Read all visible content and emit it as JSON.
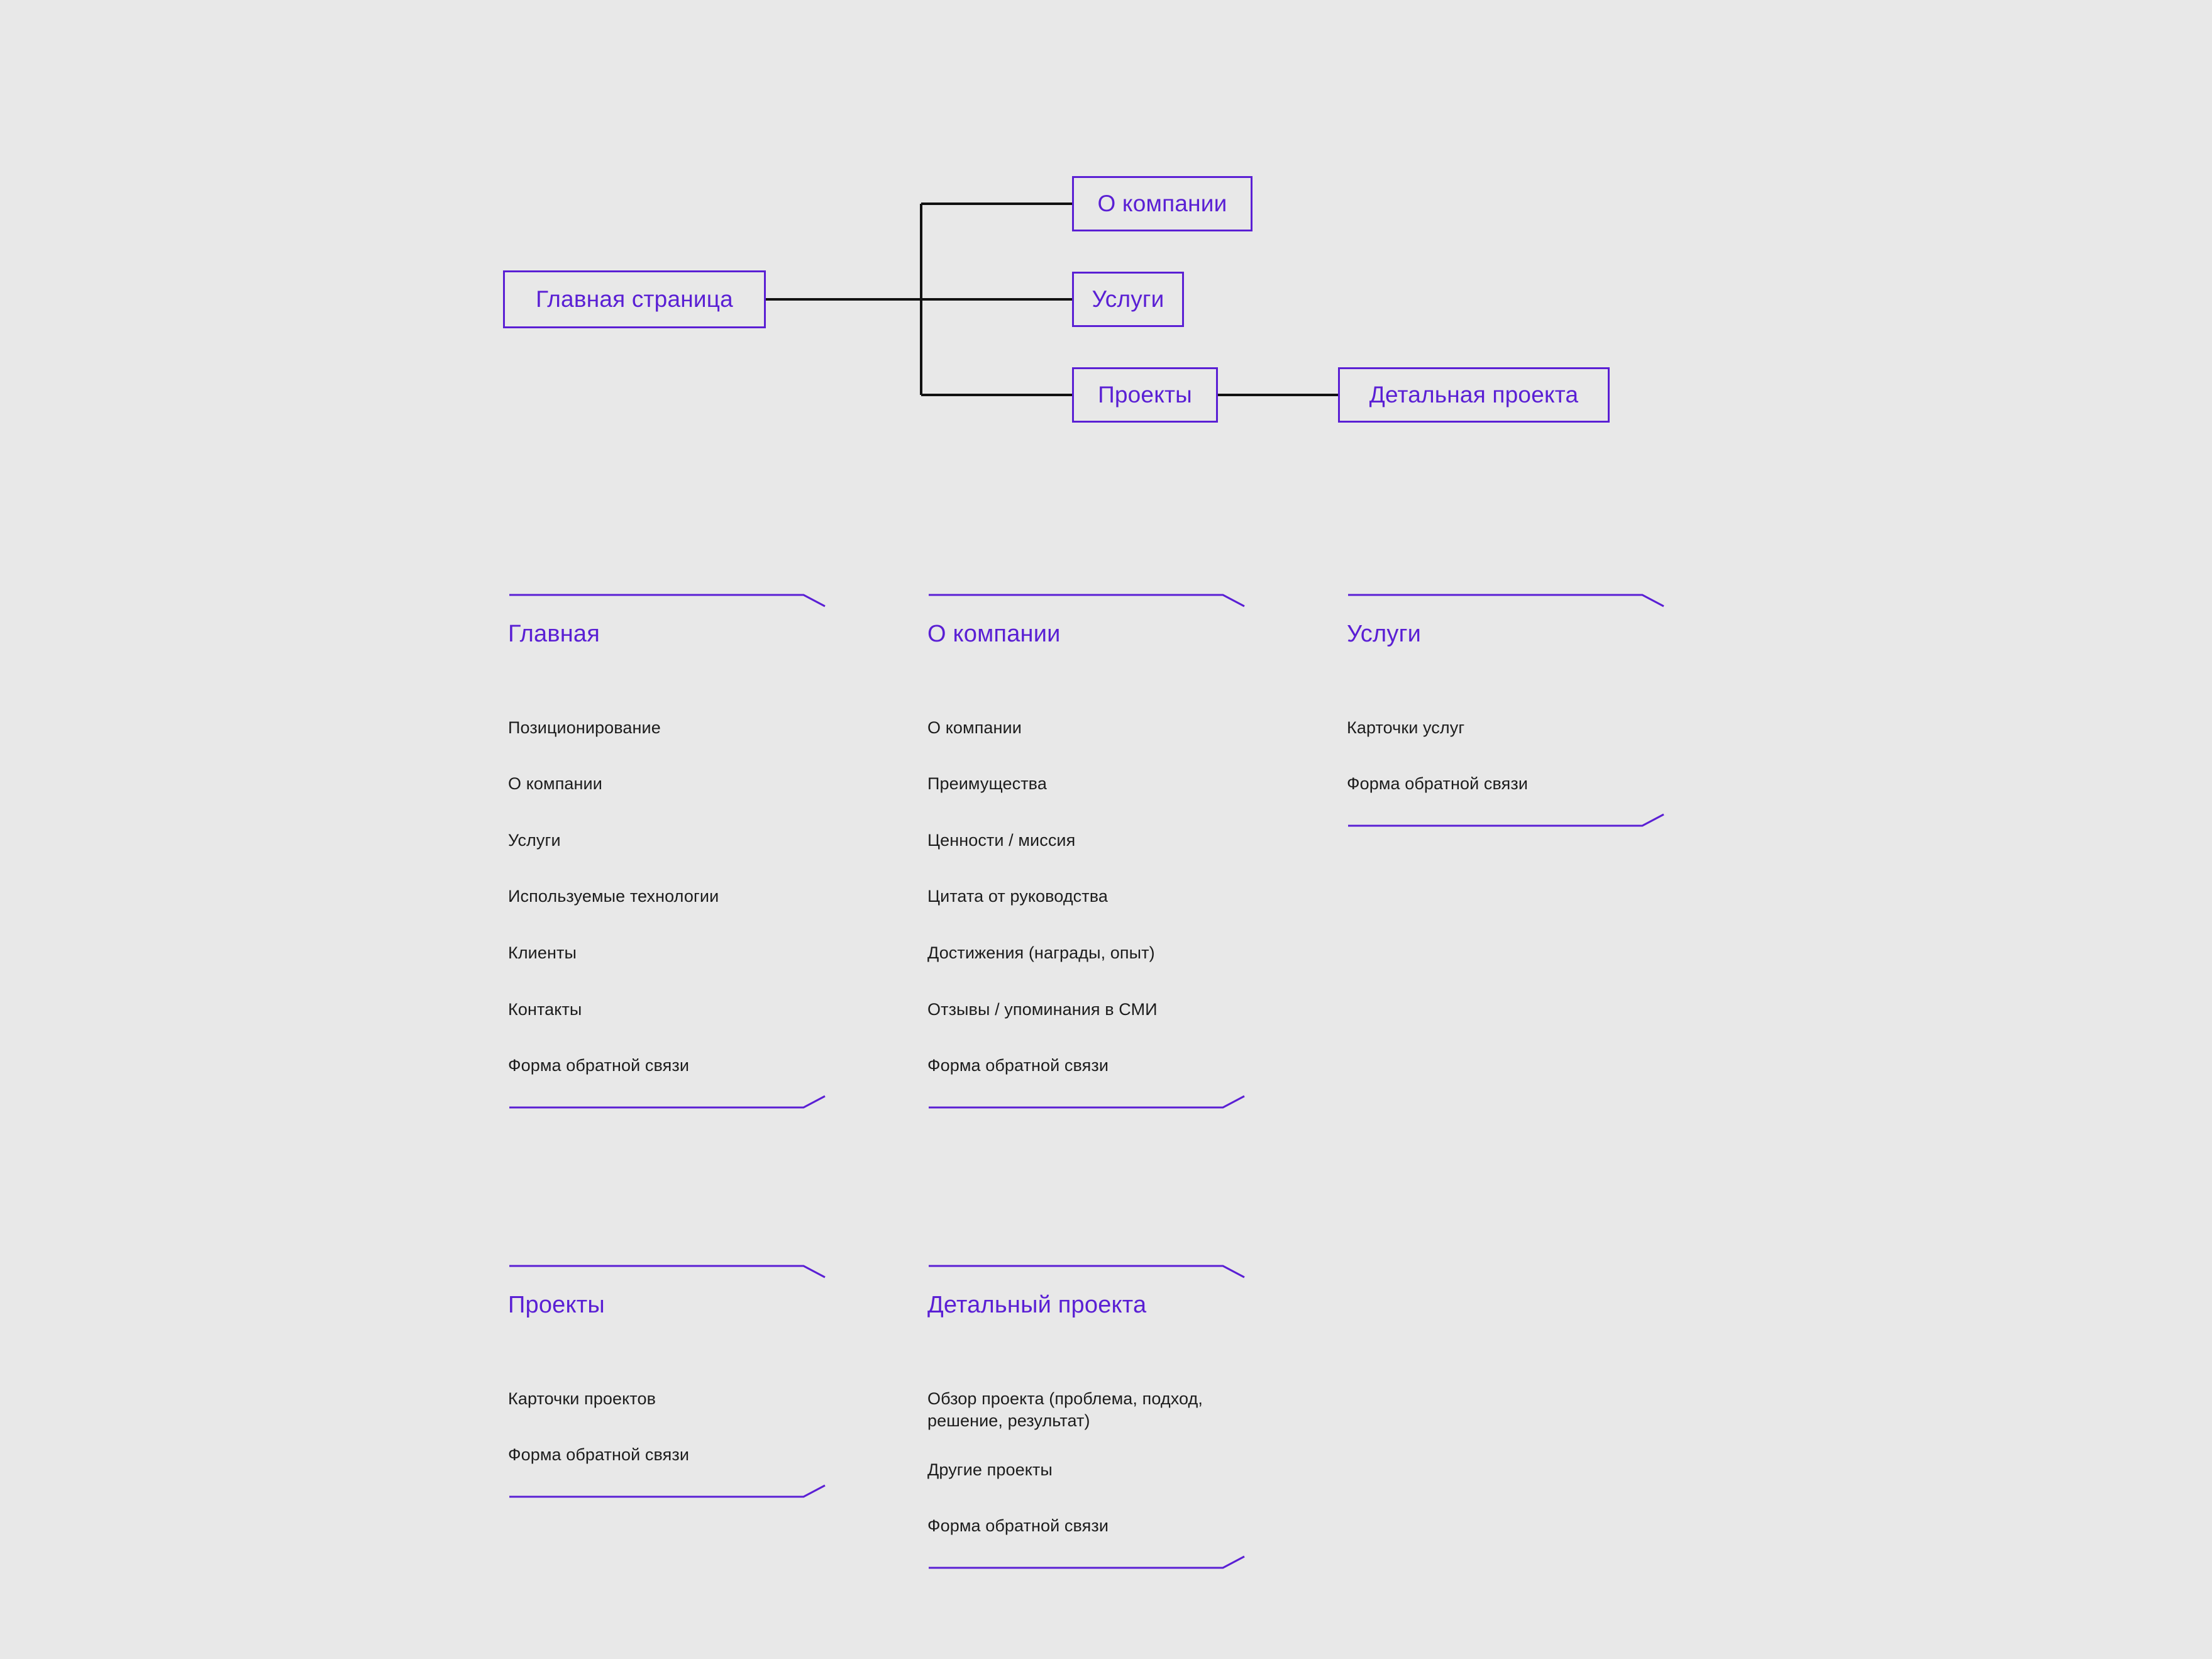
{
  "page": {
    "background_color": "#e8e8e8",
    "accent_color": "#5a1fd4",
    "text_color": "#1c1c1c",
    "connector_color": "#111111"
  },
  "tree": {
    "nodes": [
      {
        "id": "home",
        "label": "Главная страница"
      },
      {
        "id": "about",
        "label": "О компании"
      },
      {
        "id": "services",
        "label": "Услуги"
      },
      {
        "id": "projects",
        "label": "Проекты"
      },
      {
        "id": "project_detail",
        "label": "Детальная проекта"
      }
    ]
  },
  "cards": [
    {
      "id": "home",
      "title": "Главная",
      "items": [
        "Позиционирование",
        "О компании",
        "Услуги",
        "Используемые технологии",
        "Клиенты",
        "Контакты",
        "Форма обратной связи"
      ]
    },
    {
      "id": "about",
      "title": "О компании",
      "items": [
        "О компании",
        "Преимущества",
        "Ценности / миссия",
        "Цитата от руководства",
        "Достижения (награды, опыт)",
        "Отзывы / упоминания в СМИ",
        "Форма обратной связи"
      ]
    },
    {
      "id": "services",
      "title": "Услуги",
      "items": [
        "Карточки услуг",
        "Форма обратной связи"
      ]
    },
    {
      "id": "projects",
      "title": "Проекты",
      "items": [
        "Карточки проектов",
        "Форма обратной связи"
      ]
    },
    {
      "id": "project_detail",
      "title": "Детальный проекта",
      "items": [
        "Обзор проекта (проблема, подход, решение, результат)",
        "Другие проекты",
        "Форма обратной связи"
      ]
    }
  ]
}
